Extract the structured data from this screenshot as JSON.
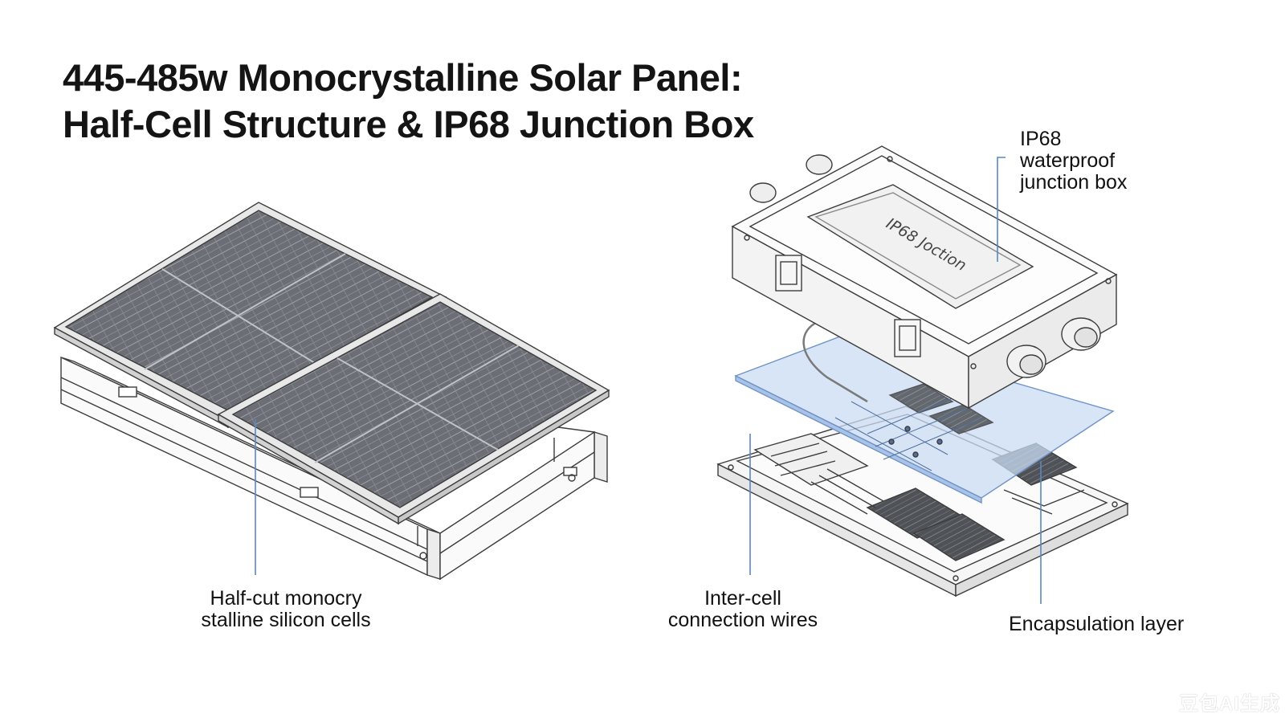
{
  "title": {
    "line1": "445-485w Monocrystalline Solar Panel:",
    "line2": "Half-Cell Structure & IP68 Junction Box"
  },
  "box_text": "IP68 Joction",
  "labels": {
    "junction_box": [
      "IP68",
      "waterproof",
      "junction box"
    ],
    "cells": [
      "Half-cut monocry",
      "stalline silicon cells"
    ],
    "wires": [
      "Inter-cell",
      "connection wires"
    ],
    "encapsulation": [
      "Encapsulation layer"
    ]
  },
  "colors": {
    "leader": "#5b86c5",
    "encapsulation_fill": "#c9dcf3",
    "cell_dark": "#585c62",
    "line": "#3c3c3c"
  },
  "watermark": "豆包AI生成"
}
